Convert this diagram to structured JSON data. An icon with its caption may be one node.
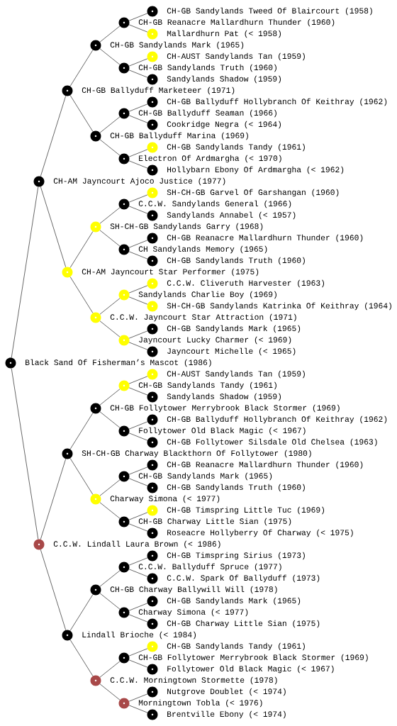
{
  "diagram": {
    "nodes": [
      {
        "text": [
          "CH-GB Sandylands Tweed Of Blaircourt (1958)"
        ]
      },
      {
        "text": [
          "CH-GB Reanacre Mallardhurn Thunder (1960)"
        ]
      },
      {
        "text": [
          "Mallardhurn Pat (< 1958)"
        ]
      },
      {
        "text": [
          "CH-GB Sandylands Mark (1965)"
        ]
      },
      {
        "text": [
          "CH-AUST Sandylands Tan (1959)"
        ]
      },
      {
        "text": [
          "CH-GB Sandylands Truth (1960)"
        ]
      },
      {
        "text": [
          "Sandylands Shadow (1959)"
        ]
      },
      {
        "text": [
          "CH-GB Ballyduff Marketeer (1971)"
        ]
      },
      {
        "text": [
          "CH-GB Ballyduff Hollybranch Of Keithray (1962)"
        ]
      },
      {
        "text": [
          "CH-GB Ballyduff Seaman (1966)"
        ]
      },
      {
        "text": [
          "Cookridge Negra (< 1964)"
        ]
      },
      {
        "text": [
          "CH-GB Ballyduff Marina (1969)"
        ]
      },
      {
        "text": [
          "CH-GB Sandylands Tandy (1961)"
        ]
      },
      {
        "text": [
          "Electron Of Ardmargha (< 1970)"
        ]
      },
      {
        "text": [
          "Hollybarn Ebony Of Ardmargha (< 1962)"
        ]
      },
      {
        "text": [
          "CH-AM Jayncourt Ajoco Justice (1977)"
        ]
      },
      {
        "text": [
          "SH-CH-GB Garvel Of Garshangan (1960)"
        ]
      },
      {
        "text": [
          "C.C.W. Sandylands General (1966)"
        ]
      },
      {
        "text": [
          "Sandylands Annabel (< 1957)"
        ]
      },
      {
        "text": [
          "SH-CH-GB Sandylands Garry (1968)"
        ]
      },
      {
        "text": [
          "CH-GB Reanacre Mallardhurn Thunder (1960)"
        ]
      },
      {
        "text": [
          "CH Sandylands Memory (1965)"
        ]
      },
      {
        "text": [
          "CH-GB Sandylands Truth (1960)"
        ]
      },
      {
        "text": [
          "CH-AM Jayncourt Star Performer (1975)"
        ]
      },
      {
        "text": [
          "C.C.W. Cliveruth Harvester (1963)"
        ]
      },
      {
        "text": [
          "Sandylands Charlie Boy (1969)"
        ]
      },
      {
        "text": [
          "SH-CH-GB Sandylands Katrinka Of Keithray (1964)"
        ]
      },
      {
        "text": [
          "C.C.W. Jayncourt Star Attraction (1971)"
        ]
      },
      {
        "text": [
          "CH-GB Sandylands Mark (1965)"
        ]
      },
      {
        "text": [
          "Jayncourt Lucky Charmer (< 1969)"
        ]
      },
      {
        "text": [
          "Jayncourt Michelle (< 1965)"
        ]
      },
      {
        "text": [
          "Black Sand Of Fisherman’s Mascot (1986)"
        ]
      },
      {
        "text": [
          "CH-AUST Sandylands Tan (1959)"
        ]
      },
      {
        "text": [
          "CH-GB Sandylands Tandy (1961)"
        ]
      },
      {
        "text": [
          "Sandylands Shadow (1959)"
        ]
      },
      {
        "text": [
          "CH-GB Follytower Merrybrook Black Stormer (1969)"
        ]
      },
      {
        "text": [
          "CH-GB Ballyduff Hollybranch Of Keithray (1962)"
        ]
      },
      {
        "text": [
          "Follytower Old Black Magic (< 1967)"
        ]
      },
      {
        "text": [
          "CH-GB Follytower Silsdale Old Chelsea (1963)"
        ]
      },
      {
        "text": [
          "SH-CH-GB Charway Blackthorn Of Follytower (1980)"
        ]
      },
      {
        "text": [
          "CH-GB Reanacre Mallardhurn Thunder (1960)"
        ]
      },
      {
        "text": [
          "CH-GB Sandylands Mark (1965)"
        ]
      },
      {
        "text": [
          "CH-GB Sandylands Truth (1960)"
        ]
      },
      {
        "text": [
          "Charway Simona (< 1977)"
        ]
      },
      {
        "text": [
          "CH-GB Timspring Little Tuc (1969)"
        ]
      },
      {
        "text": [
          "CH-GB Charway Little Sian (1975)"
        ]
      },
      {
        "text": [
          "Roseacre Hollyberry Of Charway (< 1975)"
        ]
      },
      {
        "text": [
          "C.C.W. Lindall Laura Brown (< 1986)"
        ]
      },
      {
        "text": [
          "CH-GB Timspring Sirius (1973)"
        ]
      },
      {
        "text": [
          "C.C.W. Ballyduff Spruce (1977)"
        ]
      },
      {
        "text": [
          "C.C.W. Spark Of Ballyduff (1973)"
        ]
      },
      {
        "text": [
          "CH-GB Charway Ballywill Will (1978)"
        ]
      },
      {
        "text": [
          "CH-GB Sandylands Mark (1965)"
        ]
      },
      {
        "text": [
          "Charway Simona (< 1977)"
        ]
      },
      {
        "text": [
          "CH-GB Charway Little Sian (1975)"
        ]
      },
      {
        "text": [
          "Lindall Brioche (< 1984)"
        ]
      },
      {
        "text": [
          "CH-GB Sandylands Tandy (1961)"
        ]
      },
      {
        "text": [
          "CH-GB Follytower Merrybrook Black Stormer (1969)"
        ]
      },
      {
        "text": [
          "Follytower Old Black Magic (< 1967)"
        ]
      },
      {
        "text": [
          "C.C.W. Morningtown Stormette (1978)"
        ]
      },
      {
        "text": [
          "Nutgrove Doublet (< 1974)"
        ]
      },
      {
        "text": [
          "Morningtown Tobla (< 1976)"
        ]
      },
      {
        "text": [
          "Brentville Ebony (< 1974)"
        ]
      }
    ],
    "edges": [
      {
        "from": 31,
        "to": 15,
        "arrow": "none"
      },
      {
        "from": 31,
        "to": 47,
        "arrow": "none"
      },
      {
        "from": 15,
        "to": 7,
        "arrow": "none"
      },
      {
        "from": 15,
        "to": 23,
        "arrow": "none"
      },
      {
        "from": 47,
        "to": 39,
        "arrow": "none"
      },
      {
        "from": 47,
        "to": 55,
        "arrow": "none"
      },
      {
        "from": 7,
        "to": 3,
        "arrow": "none"
      },
      {
        "from": 7,
        "to": 11,
        "arrow": "none"
      },
      {
        "from": 23,
        "to": 19,
        "arrow": "none"
      },
      {
        "from": 23,
        "to": 27,
        "arrow": "none"
      },
      {
        "from": 39,
        "to": 35,
        "arrow": "none"
      },
      {
        "from": 39,
        "to": 43,
        "arrow": "none"
      },
      {
        "from": 55,
        "to": 51,
        "arrow": "none"
      },
      {
        "from": 55,
        "to": 59,
        "arrow": "none"
      },
      {
        "from": 3,
        "to": 1,
        "arrow": "none"
      },
      {
        "from": 3,
        "to": 5,
        "arrow": "none"
      },
      {
        "from": 11,
        "to": 9,
        "arrow": "none"
      },
      {
        "from": 11,
        "to": 13,
        "arrow": "none"
      },
      {
        "from": 19,
        "to": 17,
        "arrow": "none"
      },
      {
        "from": 19,
        "to": 21,
        "arrow": "none"
      },
      {
        "from": 27,
        "to": 25,
        "arrow": "none"
      },
      {
        "from": 27,
        "to": 29,
        "arrow": "none"
      },
      {
        "from": 35,
        "to": 33,
        "arrow": "none"
      },
      {
        "from": 35,
        "to": 37,
        "arrow": "none"
      },
      {
        "from": 43,
        "to": 41,
        "arrow": "none"
      },
      {
        "from": 43,
        "to": 45,
        "arrow": "none"
      },
      {
        "from": 51,
        "to": 49,
        "arrow": "none"
      },
      {
        "from": 51,
        "to": 53,
        "arrow": "none"
      },
      {
        "from": 59,
        "to": 57,
        "arrow": "none"
      },
      {
        "from": 59,
        "to": 61,
        "arrow": "none"
      },
      {
        "from": 1,
        "to": 0,
        "arrow": "none"
      },
      {
        "from": 1,
        "to": 2,
        "arrow": "none"
      },
      {
        "from": 5,
        "to": 4,
        "arrow": "none"
      },
      {
        "from": 5,
        "to": 6,
        "arrow": "none"
      },
      {
        "from": 9,
        "to": 8,
        "arrow": "none"
      },
      {
        "from": 9,
        "to": 10,
        "arrow": "none"
      },
      {
        "from": 13,
        "to": 12,
        "arrow": "none"
      },
      {
        "from": 13,
        "to": 14,
        "arrow": "none"
      },
      {
        "from": 17,
        "to": 16,
        "arrow": "none"
      },
      {
        "from": 17,
        "to": 18,
        "arrow": "none"
      },
      {
        "from": 21,
        "to": 20,
        "arrow": "none"
      },
      {
        "from": 21,
        "to": 22,
        "arrow": "none"
      },
      {
        "from": 25,
        "to": 24,
        "arrow": "none"
      },
      {
        "from": 25,
        "to": 26,
        "arrow": "none"
      },
      {
        "from": 29,
        "to": 28,
        "arrow": "none"
      },
      {
        "from": 29,
        "to": 30,
        "arrow": "none"
      },
      {
        "from": 33,
        "to": 32,
        "arrow": "none"
      },
      {
        "from": 33,
        "to": 34,
        "arrow": "none"
      },
      {
        "from": 37,
        "to": 36,
        "arrow": "none"
      },
      {
        "from": 37,
        "to": 38,
        "arrow": "none"
      },
      {
        "from": 41,
        "to": 40,
        "arrow": "none"
      },
      {
        "from": 41,
        "to": 42,
        "arrow": "none"
      },
      {
        "from": 45,
        "to": 44,
        "arrow": "none"
      },
      {
        "from": 45,
        "to": 46,
        "arrow": "none"
      },
      {
        "from": 49,
        "to": 48,
        "arrow": "none"
      },
      {
        "from": 49,
        "to": 50,
        "arrow": "none"
      },
      {
        "from": 53,
        "to": 52,
        "arrow": "none"
      },
      {
        "from": 53,
        "to": 54,
        "arrow": "none"
      },
      {
        "from": 57,
        "to": 56,
        "arrow": "none"
      },
      {
        "from": 57,
        "to": 58,
        "arrow": "none"
      },
      {
        "from": 61,
        "to": 60,
        "arrow": "none"
      },
      {
        "from": 61,
        "to": 62,
        "arrow": "none"
      }
    ]
  }
}
